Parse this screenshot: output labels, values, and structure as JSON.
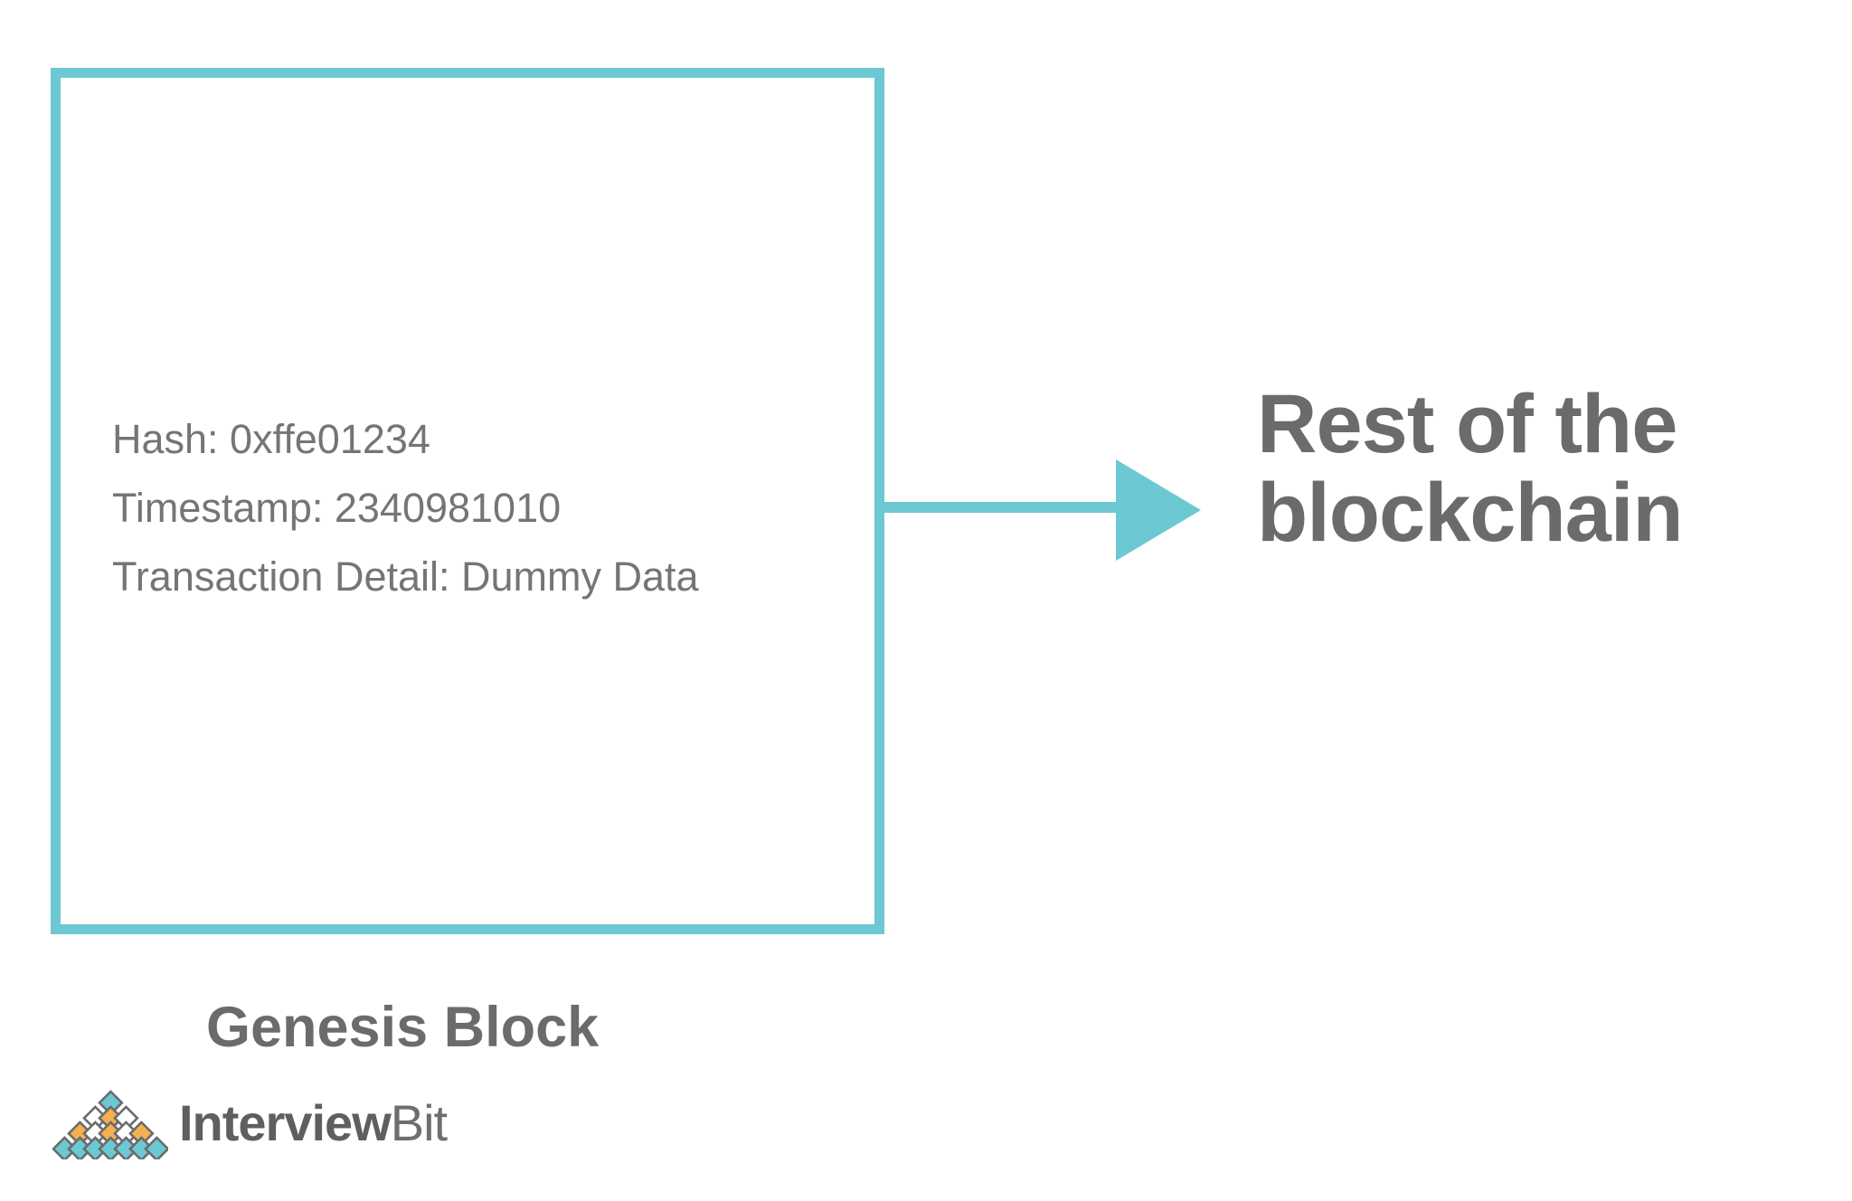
{
  "diagram": {
    "title": "Genesis Block",
    "colors": {
      "accent_teal": "#6cc8d3",
      "text_gray": "#757575",
      "heading_gray": "#6b6b6b",
      "logo_orange": "#f5b052",
      "logo_teal": "#6cc8d3",
      "logo_outline": "#6b6b6b",
      "background": "#ffffff"
    },
    "block": {
      "caption": "Genesis Block",
      "fields": [
        {
          "key": "Hash",
          "value": "0xffe01234",
          "text": "Hash: 0xffe01234"
        },
        {
          "key": "Timestamp",
          "value": "2340981010",
          "text": "Timestamp: 2340981010"
        },
        {
          "key": "Transaction Detail",
          "value": "Dummy Data",
          "text": "Transaction Detail: Dummy Data"
        }
      ]
    },
    "connector": {
      "icon": "arrow-right-icon",
      "direction": "right",
      "color": "#6cc8d3"
    },
    "destination": {
      "line1": "Rest of the",
      "line2": "blockchain"
    },
    "logo": {
      "mark": "interviewbit-diamond-logo",
      "word_bold": "Interview",
      "word_light": "Bit",
      "rows": [
        {
          "row": 1,
          "tiles": [
            "teal"
          ]
        },
        {
          "row": 2,
          "tiles": [
            "white",
            "orange",
            "white"
          ]
        },
        {
          "row": 3,
          "tiles": [
            "orange",
            "white",
            "orange",
            "white",
            "orange"
          ]
        },
        {
          "row": 4,
          "tiles": [
            "teal",
            "teal",
            "teal",
            "teal",
            "teal"
          ]
        }
      ]
    }
  }
}
